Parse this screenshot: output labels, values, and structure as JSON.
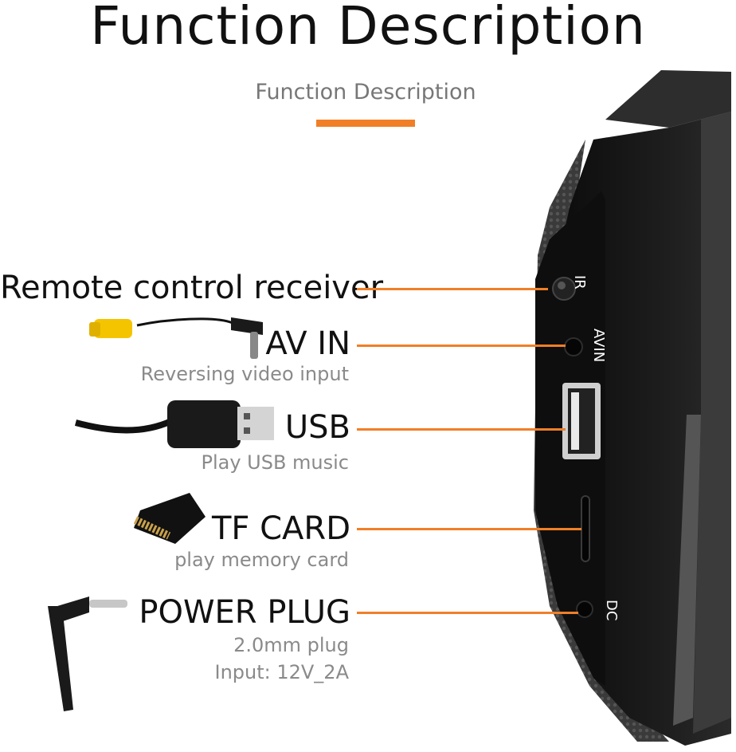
{
  "header": {
    "title": "Function Description",
    "subtitle": "Function Description"
  },
  "device_labels": {
    "ir": "IR",
    "avin": "AVIN",
    "dc": "DC"
  },
  "features": [
    {
      "label": "Remote control receiver",
      "captions": []
    },
    {
      "label": "AV IN",
      "captions": [
        "Reversing video input"
      ]
    },
    {
      "label": "USB",
      "captions": [
        "Play USB music"
      ]
    },
    {
      "label": "TF CARD",
      "captions": [
        "play memory card"
      ]
    },
    {
      "label": "POWER PLUG",
      "captions": [
        "2.0mm plug",
        "Input: 12V_2A"
      ]
    }
  ],
  "colors": {
    "accent": "#f07f27",
    "device": "#1a1a1a"
  }
}
